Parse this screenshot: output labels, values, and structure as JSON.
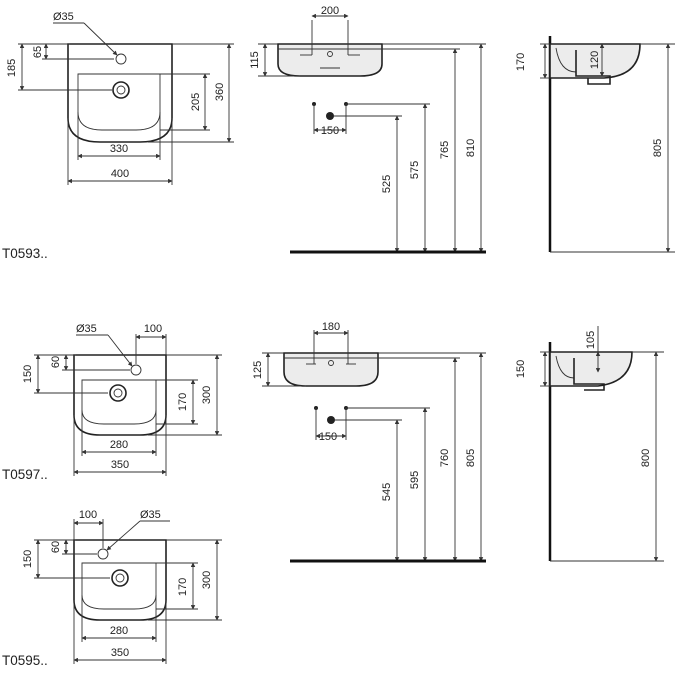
{
  "models": [
    {
      "code": "T0593..",
      "top": {
        "hole": "Ø35",
        "h_overall": "360",
        "h_bowl": "205",
        "w_bowl": "330",
        "w_overall": "400",
        "h_to_hole": "185",
        "h_tap": "65"
      },
      "front": {
        "w_tap": "200",
        "h_rim": "115",
        "w_waste": "150",
        "h_waste": "525",
        "h_floor_low": "575",
        "h_floor_mid": "765",
        "h_floor_top": "810"
      },
      "side": {
        "h_bowl": "170",
        "h_trap": "120",
        "h_total": "805"
      }
    },
    {
      "code": "T0597..",
      "top": {
        "hole": "Ø35",
        "w_tap_offset": "100",
        "h_to_hole": "150",
        "h_tap": "60",
        "h_bowl": "170",
        "h_overall": "300",
        "w_bowl": "280",
        "w_overall": "350"
      },
      "front": {
        "w_tap": "180",
        "h_rim": "125",
        "w_waste": "150",
        "h_waste": "545",
        "h_floor_low": "595",
        "h_floor_mid": "760",
        "h_floor_top": "805"
      },
      "side": {
        "h_bowl": "150",
        "h_trap": "105",
        "h_total": "800"
      }
    },
    {
      "code": "T0595..",
      "top": {
        "hole": "Ø35",
        "w_tap_offset": "100",
        "h_to_hole": "150",
        "h_tap": "60",
        "h_bowl": "170",
        "h_overall": "300",
        "w_bowl": "280",
        "w_overall": "350"
      }
    }
  ]
}
